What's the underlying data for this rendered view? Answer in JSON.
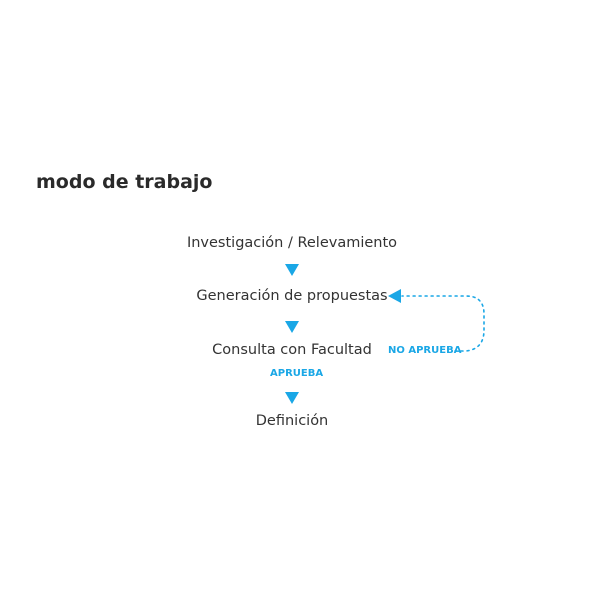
{
  "title": "modo de trabajo",
  "steps": [
    "Investigación / Relevamiento",
    "Generación de propuestas",
    "Consulta con Facultad",
    "Definición"
  ],
  "labels": {
    "approve": "APRUEBA",
    "not_approve": "NO APRUEBA"
  },
  "colors": {
    "accent": "#1aa7e6",
    "text": "#333333"
  }
}
